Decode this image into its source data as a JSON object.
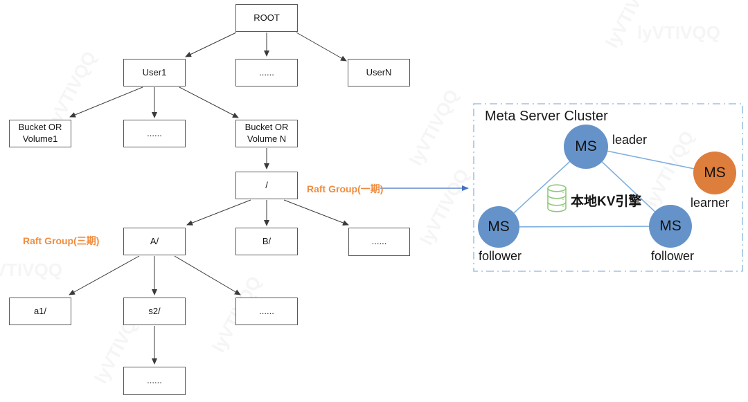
{
  "tree": {
    "nodes": {
      "root": "ROOT",
      "user1": "User1",
      "users_more": "......",
      "userN": "UserN",
      "bucket1": "Bucket OR Volume1",
      "buckets_more": "......",
      "bucketN": "Bucket OR Volume N",
      "slash": "/",
      "a": "A/",
      "b": "B/",
      "l3_more": "......",
      "a1": "a1/",
      "s2": "s2/",
      "l4_more": "......",
      "l5_more": "......"
    }
  },
  "raft": {
    "phase1": "Raft Group(一期)",
    "phase3": "Raft Group(三期)"
  },
  "cluster": {
    "title": "Meta Server Cluster",
    "ms_label": "MS",
    "roles": {
      "leader": "leader",
      "learner": "learner",
      "follower_left": "follower",
      "follower_right": "follower"
    },
    "kv_engine_label": "本地KV引擎"
  },
  "watermark": {
    "text": "lyVTIVQQ"
  },
  "colors": {
    "node_blue": "#6593c9",
    "node_orange": "#de7e3c",
    "cluster_line_blue": "#7fb0e0",
    "cluster_border_blue": "#9dc3e6",
    "raft_arrow_blue": "#4472c4",
    "raft_label_orange": "#f08c3d",
    "kv_icon_green": "#8fc978",
    "tree_line_black": "#3b3b3b"
  }
}
